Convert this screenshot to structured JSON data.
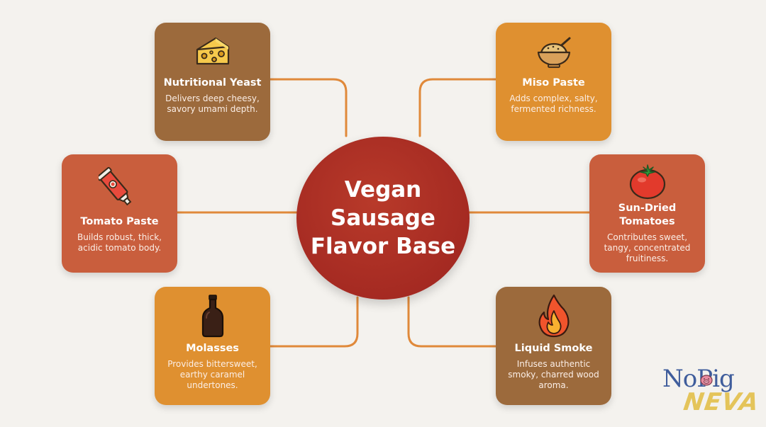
{
  "center": {
    "title": "Vegan Sausage Flavor Base"
  },
  "colors": {
    "line": "#e0893a",
    "center": "#a8302a",
    "brown": "#9c6a3c",
    "orange": "#df9030",
    "red": "#c95e3d"
  },
  "cards": [
    {
      "id": "nutritional-yeast",
      "icon": "cheese-icon",
      "title": "Nutritional Yeast",
      "desc": "Delivers deep cheesy, savory umami depth."
    },
    {
      "id": "miso-paste",
      "icon": "bowl-icon",
      "title": "Miso Paste",
      "desc": "Adds complex, salty, fermented richness."
    },
    {
      "id": "tomato-paste",
      "icon": "tube-icon",
      "title": "Tomato Paste",
      "desc": "Builds robust, thick, acidic tomato body."
    },
    {
      "id": "sun-dried-tomatoes",
      "icon": "tomato-icon",
      "title": "Sun-Dried Tomatoes",
      "desc": "Contributes sweet, tangy, concentrated fruitiness."
    },
    {
      "id": "molasses",
      "icon": "bottle-icon",
      "title": "Molasses",
      "desc": "Provides bittersweet, earthy caramel undertones."
    },
    {
      "id": "liquid-smoke",
      "icon": "flame-icon",
      "title": "Liquid Smoke",
      "desc": "Infuses authentic smoky, charred wood aroma."
    }
  ],
  "logo": {
    "line1": "NoPig",
    "line2": "NEVA"
  }
}
